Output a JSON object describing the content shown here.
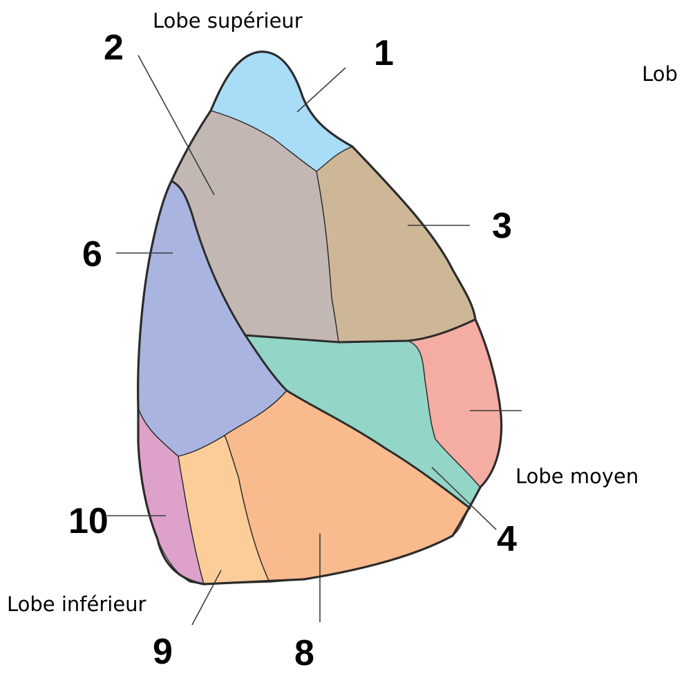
{
  "colors": {
    "seg1": "#a9dcf6",
    "seg2": "#c2b7b3",
    "seg3": "#cdb796",
    "seg4": "#93d5c7",
    "seg5": "#f5aca2",
    "seg6": "#a9b4e0",
    "seg8": "#f9ba8d",
    "seg9": "#fdcd99",
    "seg10": "#dea1c9"
  },
  "labels": {
    "n1": "1",
    "n2": "2",
    "n3": "3",
    "n4": "4",
    "n6": "6",
    "n8": "8",
    "n9": "9",
    "n10": "10",
    "lobe_superieur": "Lobe supérieur",
    "lobe_moyen": "Lobe moyen",
    "lobe_inferieur": "Lobe inférieur",
    "lobe_cut": "Lob"
  }
}
